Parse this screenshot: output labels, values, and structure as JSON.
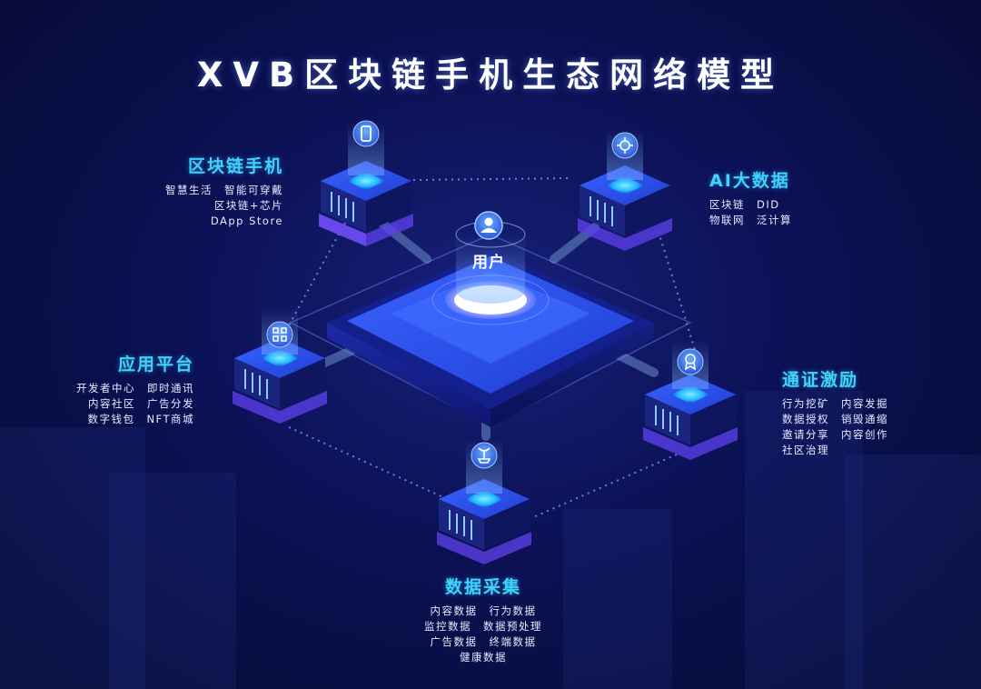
{
  "title": "XVB区块链手机生态网络模型",
  "center": {
    "label": "用户",
    "icon": "user-icon"
  },
  "nodes": [
    {
      "id": "phone",
      "name": "区块链手机",
      "icon": "phone-icon",
      "lines": [
        "智慧生活　智能可穿戴",
        "区块链+芯片",
        "DApp Store"
      ]
    },
    {
      "id": "ai",
      "name": "AI大数据",
      "icon": "chip-icon",
      "lines": [
        "区块链　DID",
        "物联网　泛计算"
      ]
    },
    {
      "id": "app",
      "name": "应用平台",
      "icon": "grid-icon",
      "lines": [
        "开发者中心　即时通讯",
        "内容社区　广告分发",
        "数字钱包　NFT商城"
      ]
    },
    {
      "id": "token",
      "name": "通证激励",
      "icon": "medal-icon",
      "lines": [
        "行为挖矿　内容发掘",
        "数据授权　销毁通缩",
        "邀请分享　内容创作",
        "社区治理"
      ]
    },
    {
      "id": "data",
      "name": "数据采集",
      "icon": "antenna-icon",
      "lines": [
        "内容数据　行为数据",
        "监控数据　数据预处理",
        "广告数据　终端数据",
        "健康数据"
      ]
    }
  ],
  "colors": {
    "accent": "#3fd2ff",
    "bg": "#0b1154",
    "glow": "#5a7bff"
  }
}
